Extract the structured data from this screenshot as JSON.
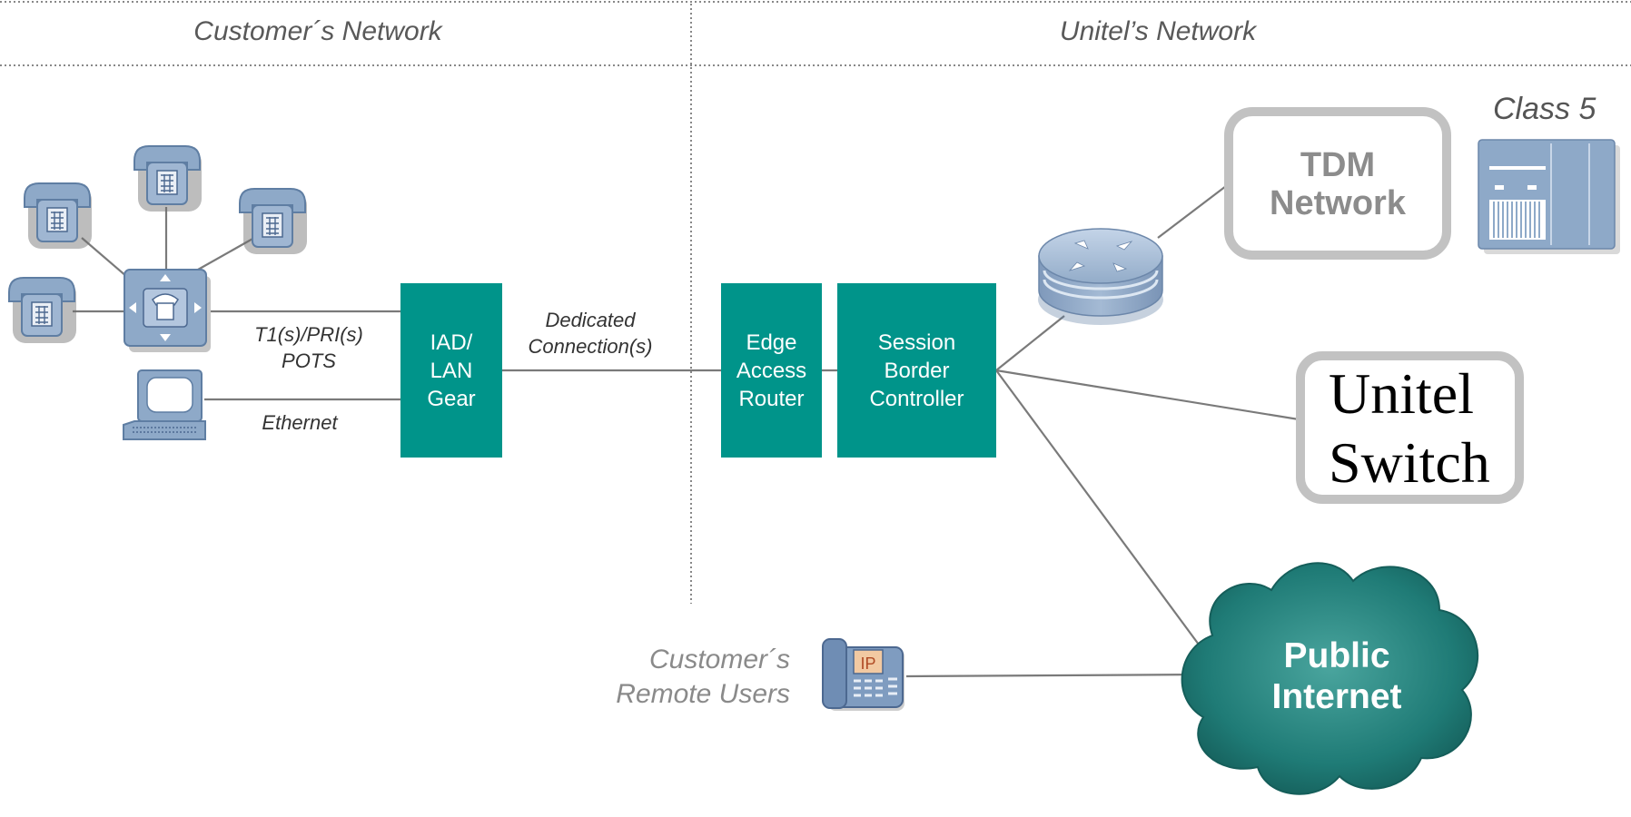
{
  "regions": {
    "customer": "Customer´s Network",
    "unitel": "Unitel’s Network"
  },
  "links": {
    "t1_pri": "T1(s)/PRI(s)",
    "pots": "POTS",
    "ethernet": "Ethernet",
    "dedicated": "Dedicated",
    "connections": "Connection(s)"
  },
  "nodes": {
    "iad": [
      "IAD/",
      "LAN",
      "Gear"
    ],
    "edge_router": [
      "Edge",
      "Access",
      "Router"
    ],
    "sbc": [
      "Session",
      "Border",
      "Controller"
    ],
    "tdm": [
      "TDM",
      "Network"
    ],
    "class5": "Class 5",
    "unitel_switch": [
      "Unitel",
      "Switch"
    ],
    "internet": [
      "Public",
      "Internet"
    ],
    "remote_users": [
      "Customer´s",
      "Remote Users"
    ]
  },
  "icons": [
    "phone-icon",
    "pbx-icon",
    "terminal-icon",
    "router-icon",
    "class5-switch-icon",
    "ip-phone-icon",
    "cloud-icon"
  ],
  "colors": {
    "teal_box": "#00948a",
    "icon_blue": "#8ea9c8",
    "cloud_teal": "#1d6f6c",
    "grey_outline": "#c2c2c2",
    "line": "#7a7a7a"
  }
}
